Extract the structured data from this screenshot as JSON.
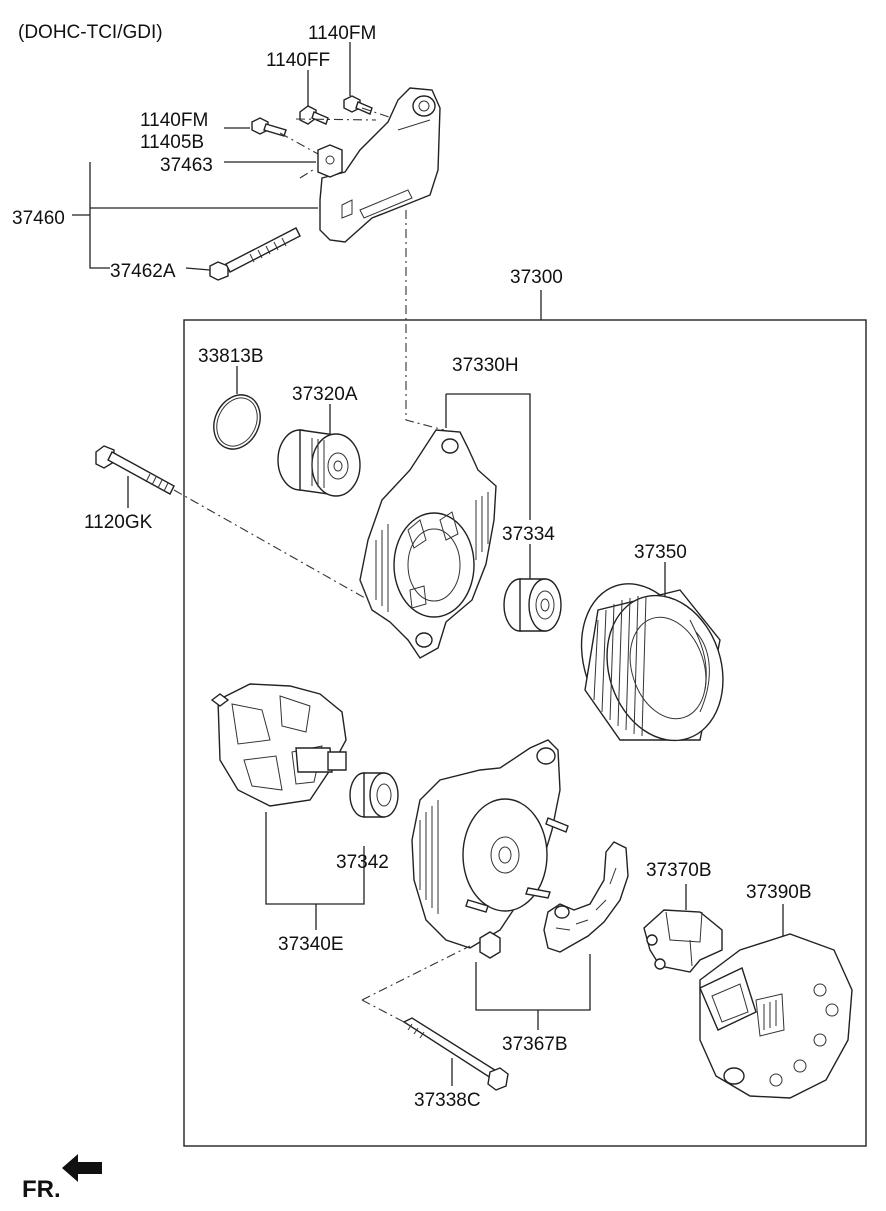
{
  "header": {
    "variant": "(DOHC-TCI/GDI)"
  },
  "footer": {
    "direction": "FR."
  },
  "callouts": {
    "p1140FM_top": "1140FM",
    "p1140FF": "1140FF",
    "p1140FM_left": "1140FM",
    "p11405B": "11405B",
    "p37463": "37463",
    "p37460": "37460",
    "p37462A": "37462A",
    "p37300": "37300",
    "p33813B": "33813B",
    "p37320A": "37320A",
    "p37330H": "37330H",
    "p1120GK": "1120GK",
    "p37334": "37334",
    "p37350": "37350",
    "p37342": "37342",
    "p37340E": "37340E",
    "p37370B": "37370B",
    "p37390B": "37390B",
    "p37367B": "37367B",
    "p37338C": "37338C"
  }
}
